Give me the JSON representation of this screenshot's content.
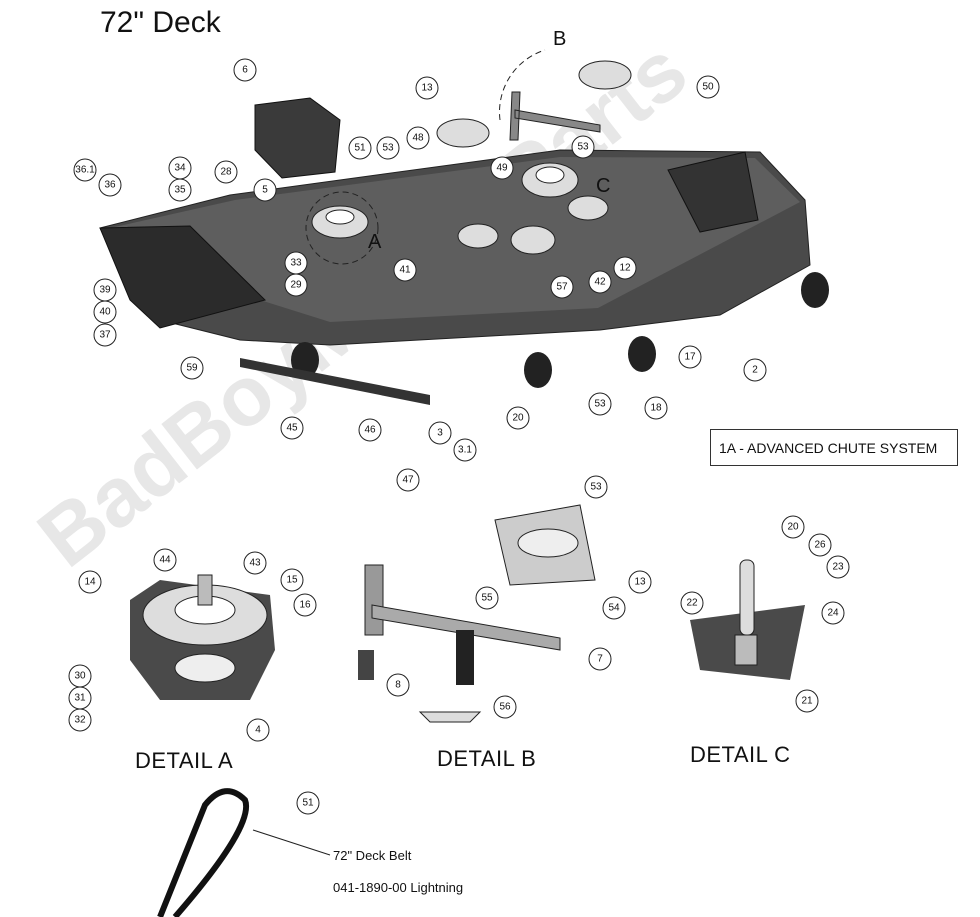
{
  "diagram": {
    "title": "72\" Deck",
    "inset_label": "1A - ADVANCED CHUTE SYSTEM",
    "details": [
      "DETAIL  A",
      "DETAIL  B",
      "DETAIL  C"
    ],
    "view_letters": [
      "A",
      "B",
      "C"
    ],
    "belt_label": "72\" Deck Belt",
    "belt_part": "041-1890-00  Lightning",
    "watermark": "BadBoyMowerParts",
    "callouts": [
      "6",
      "36.1",
      "34",
      "35",
      "28",
      "36",
      "5",
      "51",
      "53",
      "48",
      "13",
      "49",
      "50",
      "53",
      "33",
      "29",
      "41",
      "12",
      "42",
      "57",
      "39",
      "40",
      "37",
      "59",
      "17",
      "2",
      "45",
      "46",
      "3",
      "3.1",
      "20",
      "53",
      "18",
      "47",
      "53",
      "44",
      "43",
      "15",
      "14",
      "16",
      "55",
      "54",
      "13",
      "7",
      "8",
      "56",
      "30",
      "31",
      "32",
      "4",
      "20",
      "26",
      "23",
      "22",
      "24",
      "21",
      "51"
    ],
    "colors": {
      "deck": "#4a4a4a",
      "deck_top": "#5e5e5e",
      "ink": "#111111"
    }
  }
}
